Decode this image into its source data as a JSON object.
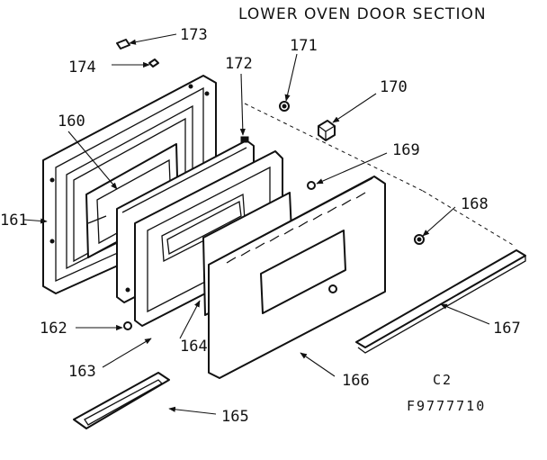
{
  "title": "LOWER OVEN DOOR SECTION",
  "code_line1": "C2",
  "code_line2": "F9777710",
  "callouts": [
    {
      "id": "173",
      "label": "173"
    },
    {
      "id": "174",
      "label": "174"
    },
    {
      "id": "172",
      "label": "172"
    },
    {
      "id": "171",
      "label": "171"
    },
    {
      "id": "170",
      "label": "170"
    },
    {
      "id": "160",
      "label": "160"
    },
    {
      "id": "169",
      "label": "169"
    },
    {
      "id": "168",
      "label": "168"
    },
    {
      "id": "161",
      "label": "161"
    },
    {
      "id": "167",
      "label": "167"
    },
    {
      "id": "162",
      "label": "162"
    },
    {
      "id": "164",
      "label": "164"
    },
    {
      "id": "163",
      "label": "163"
    },
    {
      "id": "166",
      "label": "166"
    },
    {
      "id": "165",
      "label": "165"
    }
  ]
}
